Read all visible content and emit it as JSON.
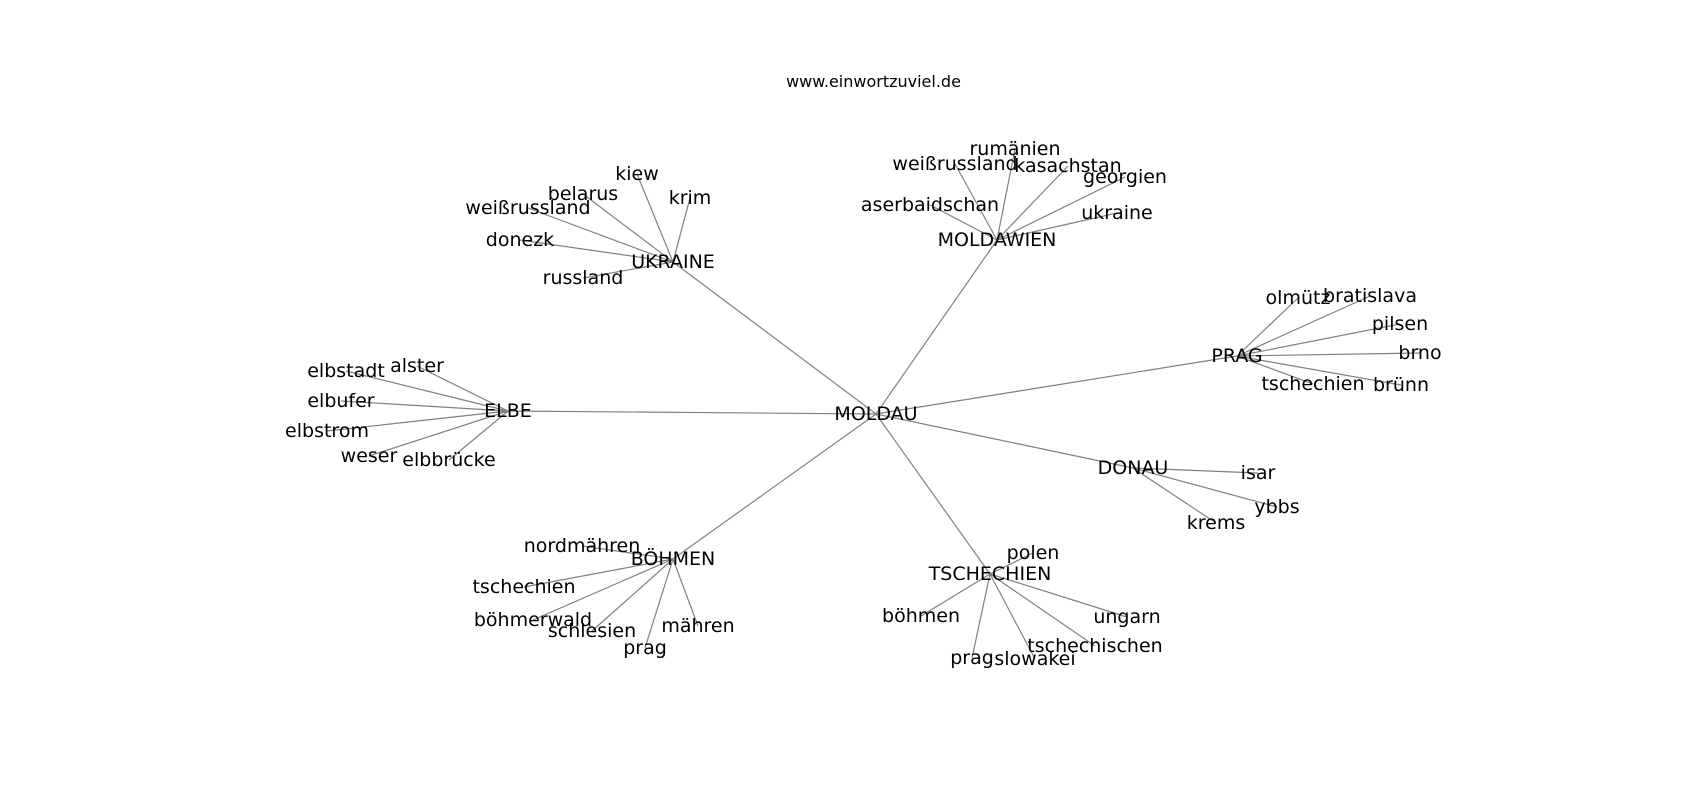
{
  "site_title": "www.einwortzuviel.de",
  "graph": {
    "center": "MOLDAU",
    "clusters": [
      {
        "hub": "UKRAINE",
        "leaves": [
          "kiew",
          "belarus",
          "krim",
          "weißrussland",
          "donezk",
          "russland"
        ]
      },
      {
        "hub": "MOLDAWIEN",
        "leaves": [
          "rumänien",
          "weißrussland",
          "kasachstan",
          "georgien",
          "aserbaidschan",
          "ukraine"
        ]
      },
      {
        "hub": "PRAG",
        "leaves": [
          "olmütz",
          "bratislava",
          "pilsen",
          "brno",
          "tschechien",
          "brünn"
        ]
      },
      {
        "hub": "DONAU",
        "leaves": [
          "isar",
          "ybbs",
          "krems"
        ]
      },
      {
        "hub": "TSCHECHIEN",
        "leaves": [
          "polen",
          "böhmen",
          "ungarn",
          "tschechischen",
          "prag",
          "slowakei"
        ]
      },
      {
        "hub": "BÖHMEN",
        "leaves": [
          "nordmähren",
          "tschechien",
          "böhmerwald",
          "schlesien",
          "mähren",
          "prag"
        ]
      },
      {
        "hub": "ELBE",
        "leaves": [
          "alster",
          "elbstadt",
          "elbufer",
          "elbstrom",
          "weser",
          "elbbrücke"
        ]
      }
    ]
  }
}
